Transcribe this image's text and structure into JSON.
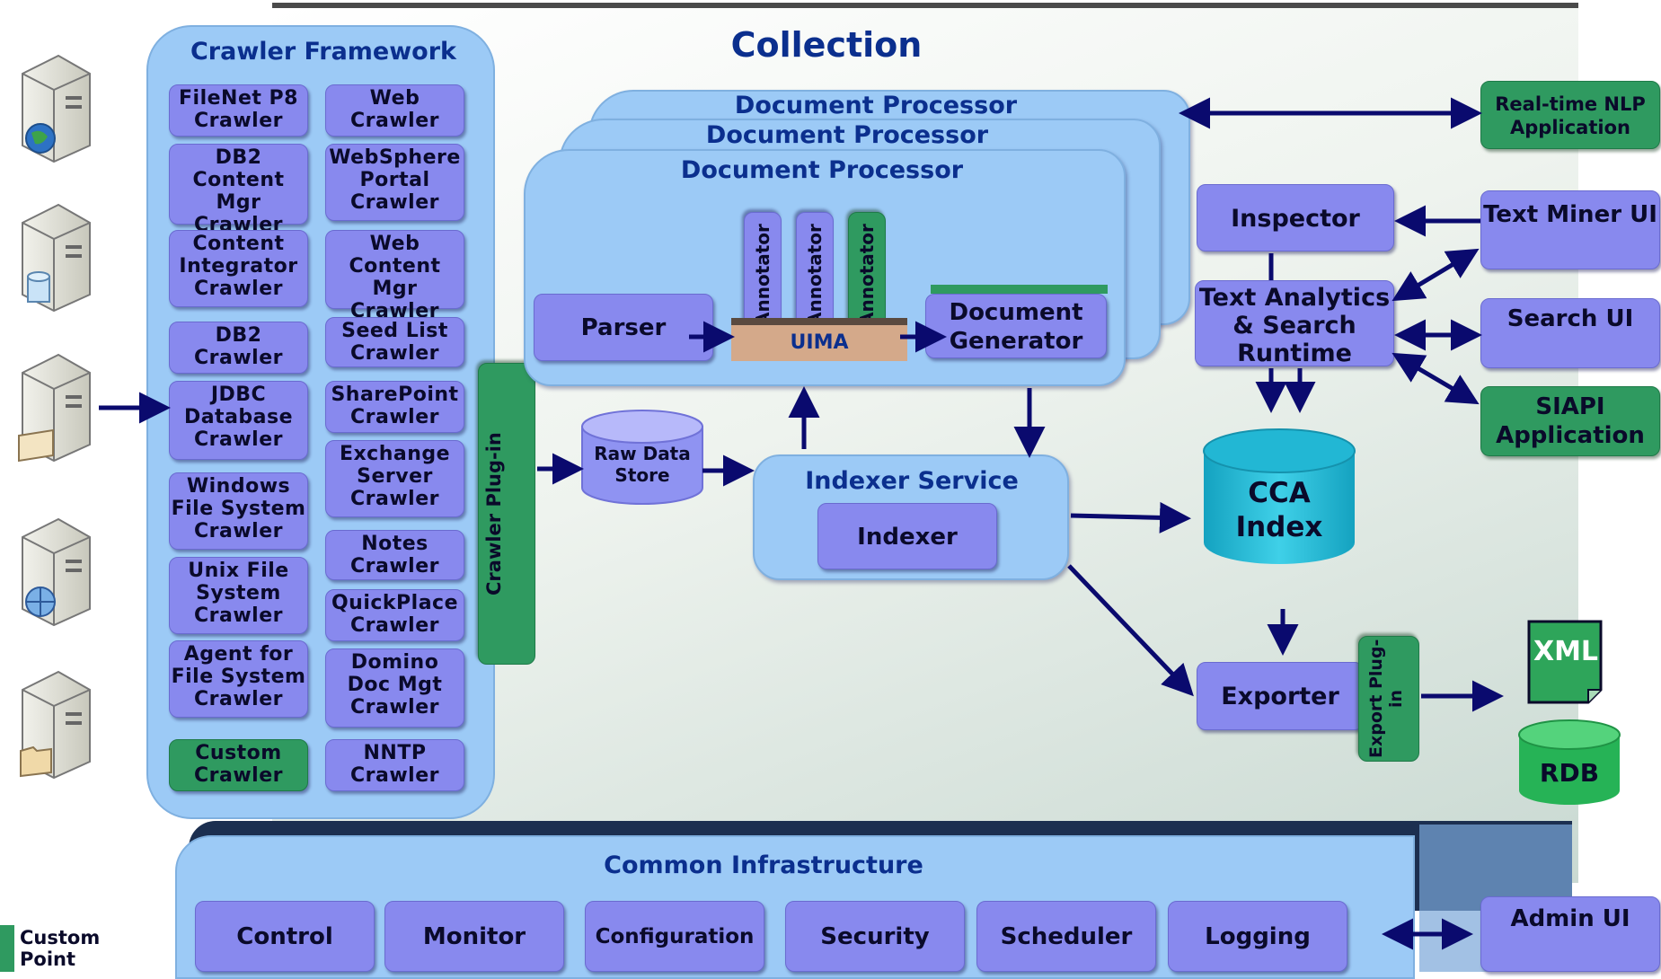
{
  "title": "Collection",
  "crawler_framework": {
    "title": "Crawler Framework",
    "left_column": [
      {
        "label": "FileNet P8 Crawler",
        "green": false
      },
      {
        "label": "DB2 Content Mgr Crawler",
        "green": false
      },
      {
        "label": "Content Integrator Crawler",
        "green": false
      },
      {
        "label": "DB2 Crawler",
        "green": false
      },
      {
        "label": "JDBC Database Crawler",
        "green": false
      },
      {
        "label": "Windows File System Crawler",
        "green": false
      },
      {
        "label": "Unix File System Crawler",
        "green": false
      },
      {
        "label": "Agent for File System Crawler",
        "green": false
      },
      {
        "label": "Custom Crawler",
        "green": true
      }
    ],
    "right_column": [
      {
        "label": "Web Crawler",
        "green": false
      },
      {
        "label": "WebSphere Portal Crawler",
        "green": false
      },
      {
        "label": "Web Content Mgr Crawler",
        "green": false
      },
      {
        "label": "Seed List Crawler",
        "green": false
      },
      {
        "label": "SharePoint Crawler",
        "green": false
      },
      {
        "label": "Exchange Server Crawler",
        "green": false
      },
      {
        "label": "Notes Crawler",
        "green": false
      },
      {
        "label": "QuickPlace Crawler",
        "green": false
      },
      {
        "label": "Domino Doc Mgt Crawler",
        "green": false
      },
      {
        "label": "NNTP Crawler",
        "green": false
      }
    ]
  },
  "crawler_plugin": "Crawler Plug-in",
  "raw_data_store": "Raw Data Store",
  "document_processor": {
    "labels": [
      "Document Processor",
      "Document Processor",
      "Document Processor"
    ],
    "parser": "Parser",
    "annotators": [
      "Annotator",
      "Annotator",
      "Annotator"
    ],
    "uima": "UIMA",
    "document_generator": "Document Generator"
  },
  "indexer_service": {
    "title": "Indexer Service",
    "indexer": "Indexer"
  },
  "cca_index": "CCA Index",
  "exporter": "Exporter",
  "export_plugin": "Export Plug-in",
  "xml": "XML",
  "rdb": "RDB",
  "inspector": "Inspector",
  "runtime": "Text Analytics & Search Runtime",
  "apps": {
    "realtime_nlp": "Real-time NLP Application",
    "text_miner": "Text Miner UI",
    "search_ui": "Search UI",
    "siapi": "SIAPI Application",
    "admin_ui": "Admin UI"
  },
  "common_infrastructure": {
    "title": "Common Infrastructure",
    "items": [
      "Control",
      "Monitor",
      "Configuration",
      "Security",
      "Scheduler",
      "Logging"
    ]
  },
  "legend": "Custom Point",
  "colors": {
    "panel": "#9ccaf6",
    "box": "#8889ee",
    "custom": "#2f9a60",
    "title": "#0b2f8e",
    "arrow": "#0a0a6e",
    "cca": "#1fb3cf"
  },
  "icons": [
    "server-globe-icon",
    "server-database-icon",
    "server-mail-icon",
    "server-web-icon",
    "server-folder-icon"
  ]
}
